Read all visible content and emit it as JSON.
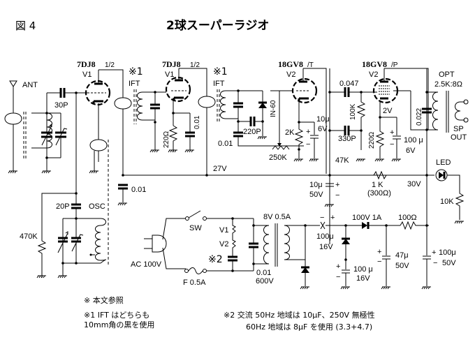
{
  "figure_label": "図 4",
  "title": "2球スーパーラジオ",
  "tubes": {
    "v1_type": "7DJ8",
    "v1_half": "1/2",
    "v2_type_t": "18GV8",
    "v2_suffix_t": "/T",
    "v2_type_p": "18GV8",
    "v2_suffix_p": "/P",
    "v1_label": "V1",
    "v2_label": "V2"
  },
  "labels": {
    "ant": "ANT",
    "c_30p": "30P",
    "ift_mark": "※1",
    "ift": "IFT",
    "r_220": "220Ω",
    "c_001": "0.01",
    "diode_in60": "IN-60",
    "c_220p": "220P",
    "c_001b": "0.01",
    "vr_250k": "250K",
    "r_2k": "2K",
    "c_10u": "10μ",
    "c_10u_v": "6V",
    "c_0047": "0.047",
    "r_100k": "100K",
    "c_330p": "330P",
    "v_2v": "2V",
    "r_220b": "220Ω",
    "c_100u": "100 μ",
    "c_100u_v": "6V",
    "c_0022": "0.022",
    "opt": "OPT",
    "opt_spec": "2.5K:8Ω",
    "sp": "SP",
    "out": "OUT",
    "r_47k": "47K",
    "v_27v": "27V",
    "c_001c": "0.01",
    "c_10u50": "10μ",
    "c_10u50_v": "50V",
    "r_1k": "1 K",
    "r_1k_alt": "(300Ω)",
    "v_30v": "30V",
    "led": "LED",
    "r_10k": "10K",
    "c_20p": "20P",
    "osc": "OSC",
    "r_470k": "470K",
    "sw": "SW",
    "ac": "AC 100V",
    "fuse": "F  0.5A",
    "heater_v1": "V1",
    "heater_v2": "V2",
    "note2_mark": "※2",
    "c_001_600_a": "0.01",
    "c_001_600_b": "600V",
    "pt_spec": "8V 0.5A",
    "c_100u16a": "100μ",
    "c_100u16a_v": "16V",
    "c_100u16b": "100 μ",
    "c_100u16b_v": "16V",
    "d_spec": "100V 1A",
    "r_100": "100Ω",
    "c_47u": "47μ",
    "c_47u_v": "50V",
    "c_100u50": "100μ",
    "c_100u50_v": "50V",
    "plus": "+",
    "minus": "−"
  },
  "notes": {
    "ref": "※ 本文参照",
    "n1_line1": "※1 IFT はどちらも",
    "n1_line2": "10mm角の黒を使用",
    "n2_line1": "※2 交流 50Hz 地域は 10μF、250V 無極性",
    "n2_line2": "60Hz 地域は 8μF を使用 (3.3+4.7)"
  }
}
